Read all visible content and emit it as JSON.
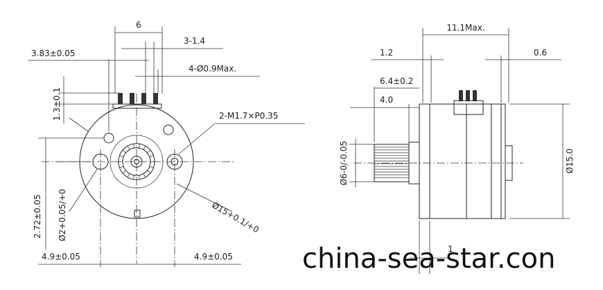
{
  "watermark": "china-sea-star.con",
  "front_view": {
    "dim_width_top": "6",
    "dim_pin_pitch": "3-1.4",
    "dim_left_offset": "3.83±0.05",
    "dim_pin_diameter": "4-Ø0.9Max.",
    "dim_pin_height_1": "1.3±0.1",
    "dim_thread": "2-M1.7×P0.35",
    "dim_hole_dia": "Ø2+0.05/+0",
    "dim_height": "2.72±0.05",
    "dim_body_dia": "Ø15+0.1/+0",
    "dim_left_bottom": "4.9±0.05",
    "dim_right_bottom": "4.9±0.05"
  },
  "side_view": {
    "dim_overall": "11.1Max.",
    "dim_left": "1.2",
    "dim_right": "0.6",
    "dim_shaft_len": "6.4±0.2",
    "dim_gear_len": "4.0",
    "dim_gear_dia": "Ø6-0/-0.05",
    "dim_body_dia": "Ø15.0",
    "dim_bottom": "1"
  }
}
